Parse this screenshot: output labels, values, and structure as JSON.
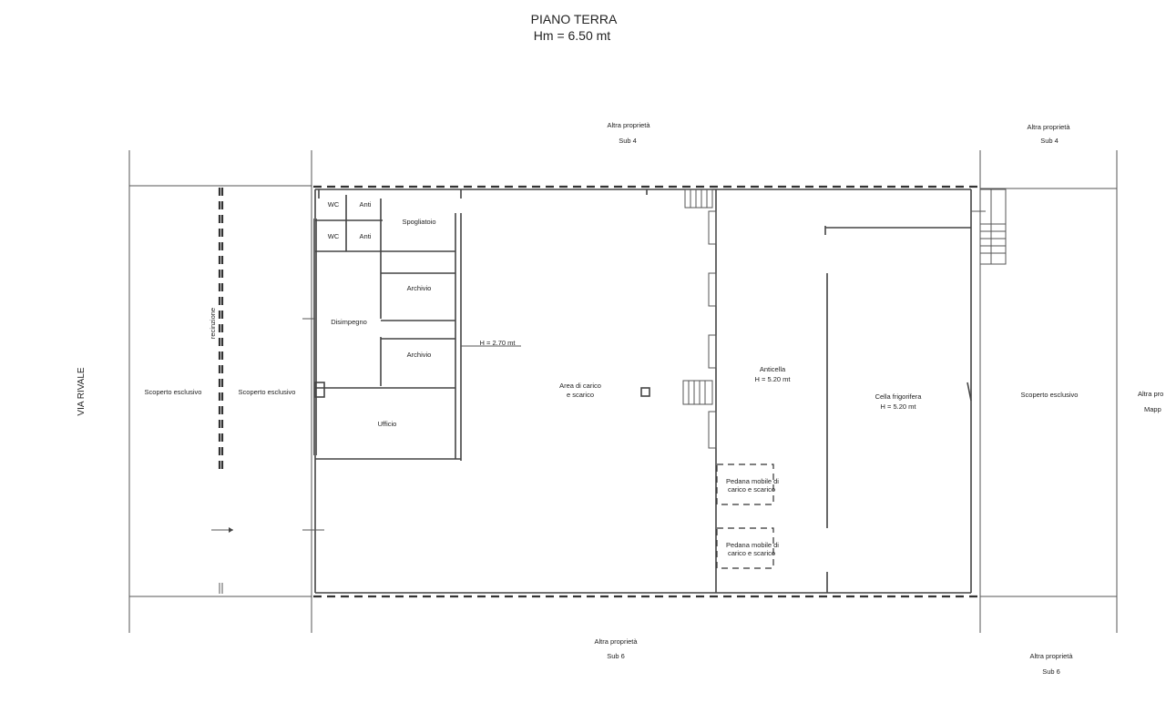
{
  "header": {
    "title": "PIANO TERRA",
    "subtitle": "Hm = 6.50 mt"
  },
  "street": "VIA RIVALE",
  "neighbors": {
    "top_mid": {
      "name": "Altra proprietà",
      "sub": "Sub 4"
    },
    "top_right": {
      "name": "Altra proprietà",
      "sub": "Sub 4"
    },
    "bottom_mid": {
      "name": "Altra proprietà",
      "sub": "Sub 6"
    },
    "bottom_right": {
      "name": "Altra proprietà",
      "sub": "Sub 6"
    },
    "right_edge": {
      "name": "Altra pro",
      "sub": "Mapp"
    }
  },
  "rooms": {
    "wc1": "WC",
    "antibagno1": "Anti",
    "wc2": "WC",
    "antibagno2": "Anti",
    "spogliatoio": "Spogliatoio",
    "archivio1": "Archivio",
    "archivio2": "Archivio",
    "disimpegno": "Disimpegno",
    "ufficio": "Ufficio",
    "area_carico": {
      "line1": "Area di carico",
      "line2": "e scarico"
    },
    "anticella": {
      "line1": "Anticella",
      "line2": "H = 5.20 mt"
    },
    "cella": {
      "line1": "Cella frigorifera",
      "line2": "H = 5.20 mt"
    },
    "pedana1": {
      "line1": "Pedana mobile di",
      "line2": "carico e scarico"
    },
    "pedana2": {
      "line1": "Pedana mobile di",
      "line2": "carico e scarico"
    }
  },
  "exterior": {
    "scoperto_left_outer": "Scoperto esclusivo",
    "scoperto_left_inner": "Scoperto esclusivo",
    "scoperto_right": "Scoperto esclusivo",
    "recinzione": "recinzione"
  },
  "annotations": {
    "office_height": "H = 2.70 mt"
  }
}
